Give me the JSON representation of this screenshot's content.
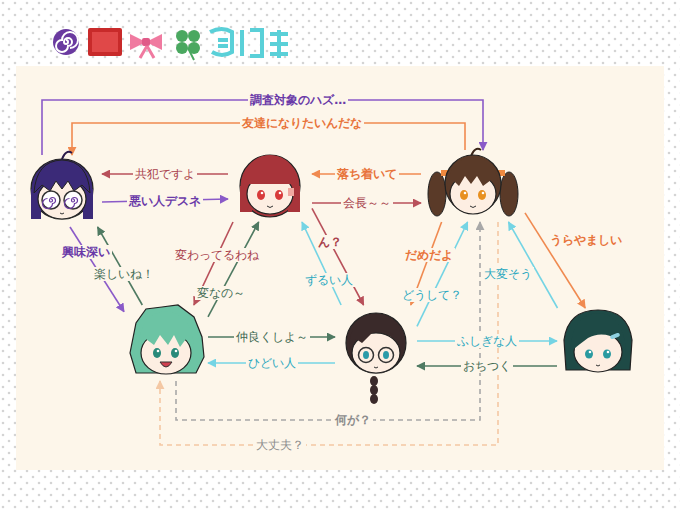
{
  "diagram": {
    "nodes": [
      {
        "text": []
      },
      {
        "text": []
      },
      {
        "text": []
      },
      {
        "text": []
      },
      {
        "text": []
      },
      {
        "text": []
      }
    ],
    "edges": [
      {
        "from": 0,
        "to": 2,
        "arrow": "to",
        "label": "調査対象のハズ…"
      },
      {
        "from": 2,
        "to": 0,
        "arrow": "to",
        "label": "友達になりたいんだな"
      },
      {
        "from": 1,
        "to": 0,
        "arrow": "to",
        "label": "共犯ですよ"
      },
      {
        "from": 0,
        "to": 1,
        "arrow": "to",
        "label": "悪い人デスネ"
      },
      {
        "from": 2,
        "to": 1,
        "arrow": "to",
        "label": "落ち着いて"
      },
      {
        "from": 1,
        "to": 2,
        "arrow": "to",
        "label": "会長～～"
      },
      {
        "from": 0,
        "to": 3,
        "arrow": "to",
        "label": "興味深い"
      },
      {
        "from": 3,
        "to": 0,
        "arrow": "to",
        "label": "楽しいね！"
      },
      {
        "from": 1,
        "to": 3,
        "arrow": "to",
        "label": "変わってるわね"
      },
      {
        "from": 3,
        "to": 1,
        "arrow": "to",
        "label": "変なの～"
      },
      {
        "from": 3,
        "to": 4,
        "arrow": "to",
        "label": "仲良くしよ～"
      },
      {
        "from": 4,
        "to": 3,
        "arrow": "to",
        "label": "ひどい人"
      },
      {
        "from": 4,
        "to": 1,
        "arrow": "to",
        "label": "ずるい人"
      },
      {
        "from": 1,
        "to": 4,
        "arrow": "to",
        "label": "ん？"
      },
      {
        "from": 2,
        "to": 4,
        "arrow": "to",
        "label": "だめだよ"
      },
      {
        "from": 4,
        "to": 2,
        "arrow": "to",
        "label": "どうして？"
      },
      {
        "from": 4,
        "to": 5,
        "arrow": "to",
        "label": "ふしぎな人"
      },
      {
        "from": 5,
        "to": 4,
        "arrow": "to",
        "label": "おちつく"
      },
      {
        "from": 5,
        "to": 2,
        "arrow": "to",
        "label": "大変そう"
      },
      {
        "from": 2,
        "to": 5,
        "arrow": "to",
        "label": "うらやましい"
      },
      {
        "from": 3,
        "to": 2,
        "arrow": "to",
        "label": "何が？"
      },
      {
        "from": 2,
        "to": 3,
        "arrow": "to",
        "label": "大丈夫？"
      }
    ]
  }
}
